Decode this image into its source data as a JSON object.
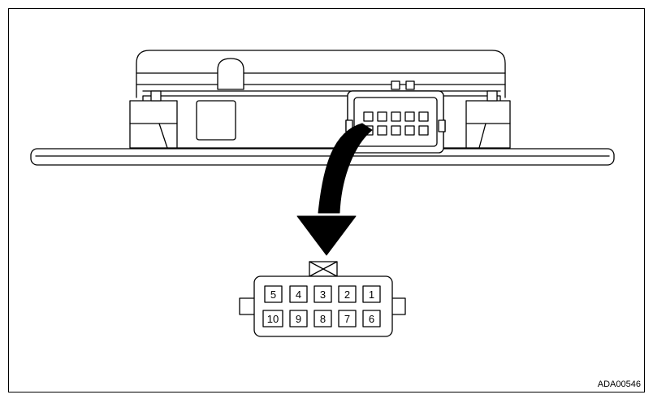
{
  "figure": {
    "reference_code": "ADA00546"
  },
  "connector": {
    "top_row_pins": [
      "5",
      "4",
      "3",
      "2",
      "1"
    ],
    "bottom_row_pins": [
      "10",
      "9",
      "8",
      "7",
      "6"
    ]
  }
}
